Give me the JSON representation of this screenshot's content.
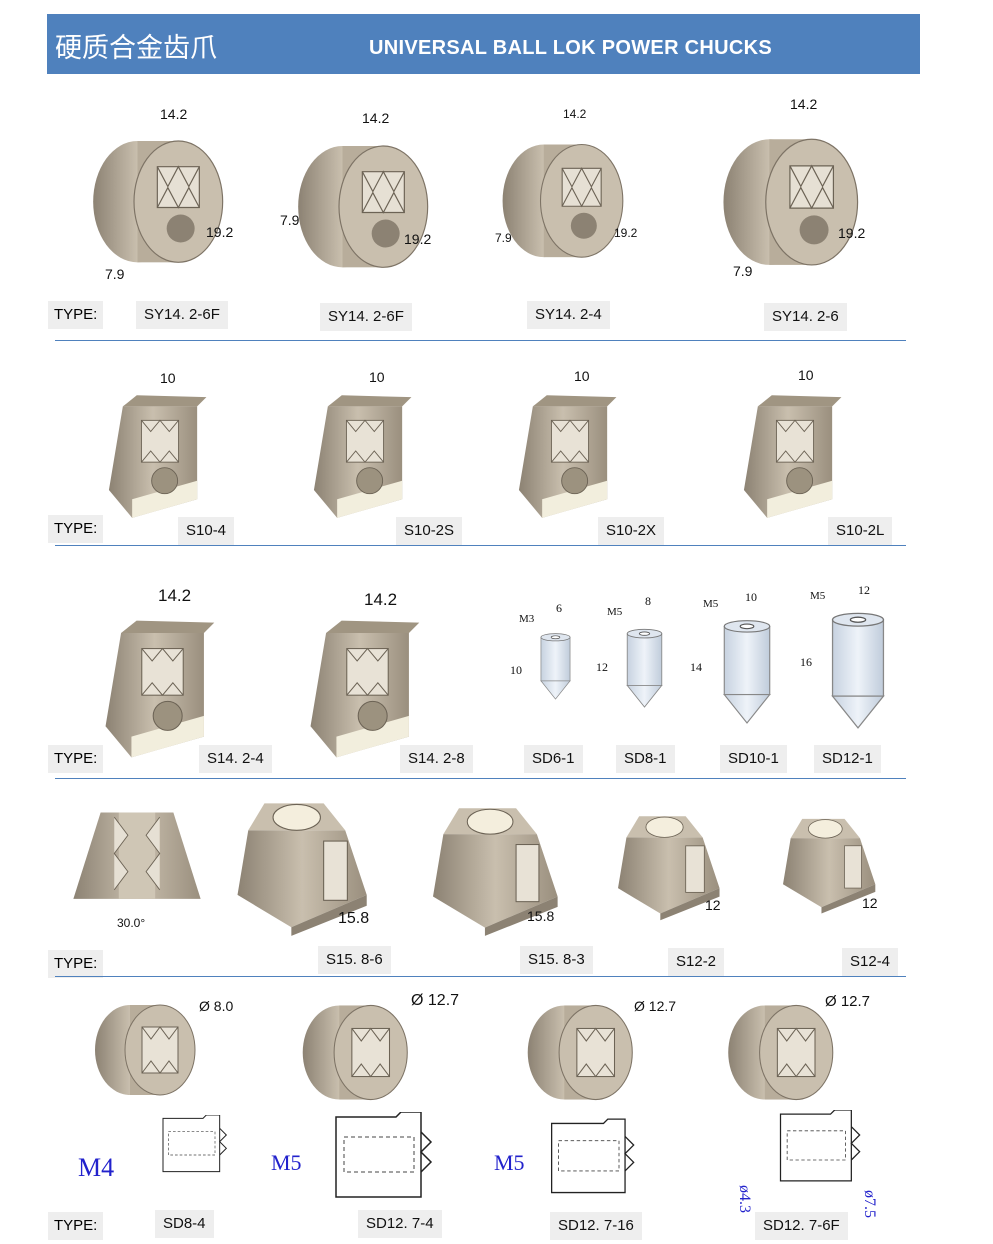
{
  "header": {
    "title_cn": "硬质合金齿爪",
    "title_en": "UNIVERSAL BALL LOK POWER CHUCKS"
  },
  "type_label": "TYPE:",
  "rows": [
    {
      "items": [
        {
          "model": "SY14. 2-6F",
          "dims": [
            "14.2",
            "7.9",
            "19.2"
          ]
        },
        {
          "model": "SY14. 2-6F",
          "dims": [
            "14.2",
            "7.9",
            "19.2"
          ]
        },
        {
          "model": "SY14. 2-4",
          "dims": [
            "14.2",
            "7.9",
            "19.2"
          ]
        },
        {
          "model": "SY14. 2-6",
          "dims": [
            "14.2",
            "7.9",
            "19.2"
          ]
        }
      ]
    },
    {
      "items": [
        {
          "model": "S10-4",
          "dims": [
            "10"
          ]
        },
        {
          "model": "S10-2S",
          "dims": [
            "10"
          ]
        },
        {
          "model": "S10-2X",
          "dims": [
            "10"
          ]
        },
        {
          "model": "S10-2L",
          "dims": [
            "10"
          ]
        }
      ]
    },
    {
      "items": [
        {
          "model": "S14. 2-4",
          "dims": [
            "14.2"
          ]
        },
        {
          "model": "S14. 2-8",
          "dims": [
            "14.2"
          ]
        },
        {
          "model": "SD6-1",
          "dims": [
            "M3",
            "6",
            "10"
          ]
        },
        {
          "model": "SD8-1",
          "dims": [
            "M5",
            "8",
            "12"
          ]
        },
        {
          "model": "SD10-1",
          "dims": [
            "M5",
            "10",
            "14"
          ]
        },
        {
          "model": "SD12-1",
          "dims": [
            "M5",
            "12",
            "16"
          ]
        }
      ]
    },
    {
      "items": [
        {
          "model": "",
          "dims": [
            "30.0°"
          ]
        },
        {
          "model": "S15. 8-6",
          "dims": [
            "15.8"
          ]
        },
        {
          "model": "S15. 8-3",
          "dims": [
            "15.8"
          ]
        },
        {
          "model": "S12-2",
          "dims": [
            "12"
          ]
        },
        {
          "model": "S12-4",
          "dims": [
            "12"
          ]
        }
      ]
    },
    {
      "items": [
        {
          "model": "SD8-4",
          "dims": [
            "Ø 8.0",
            "M4"
          ]
        },
        {
          "model": "SD12. 7-4",
          "dims": [
            "Ø 12.7",
            "M5"
          ]
        },
        {
          "model": "SD12. 7-16",
          "dims": [
            "Ø 12.7",
            "M5"
          ]
        },
        {
          "model": "SD12. 7-6F",
          "dims": [
            "Ø 12.7",
            "ø4.3",
            "ø7.5"
          ]
        }
      ]
    }
  ]
}
